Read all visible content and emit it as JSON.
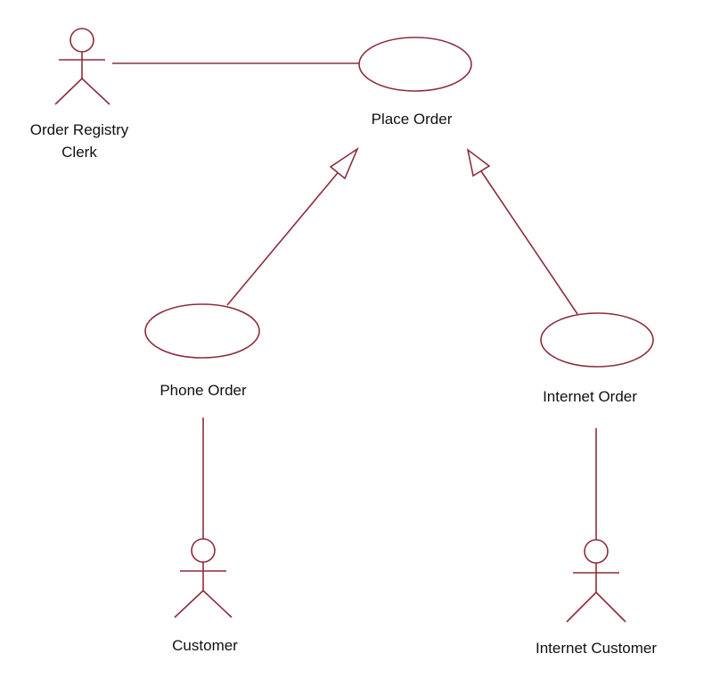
{
  "colors": {
    "stroke": "#8b2e3c",
    "text": "#111111",
    "background": "#ffffff"
  },
  "actors": {
    "order_registry_clerk": {
      "line1": "Order Registry",
      "line2": "Clerk"
    },
    "customer": {
      "label": "Customer"
    },
    "internet_customer": {
      "label": "Internet Customer"
    }
  },
  "use_cases": {
    "place_order": {
      "label": "Place Order"
    },
    "phone_order": {
      "label": "Phone Order"
    },
    "internet_order": {
      "label": "Internet Order"
    }
  }
}
